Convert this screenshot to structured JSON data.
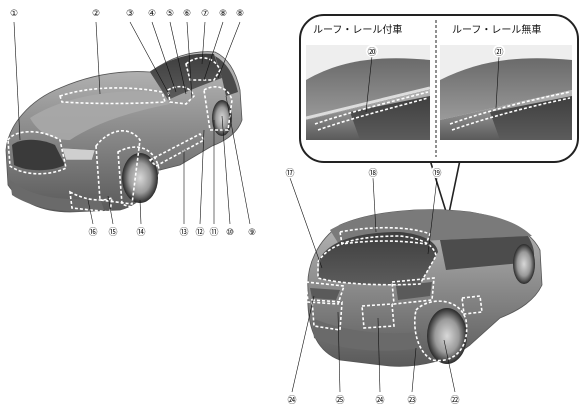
{
  "inset": {
    "left_label": "ルーフ・レール付車",
    "right_label": "ルーフ・レール無車"
  },
  "callouts": [
    {
      "id": "c1",
      "label": "①"
    },
    {
      "id": "c2",
      "label": "②"
    },
    {
      "id": "c3",
      "label": "③"
    },
    {
      "id": "c4",
      "label": "④"
    },
    {
      "id": "c5",
      "label": "⑤"
    },
    {
      "id": "c6",
      "label": "⑥"
    },
    {
      "id": "c7",
      "label": "⑦"
    },
    {
      "id": "c8a",
      "label": "⑧"
    },
    {
      "id": "c8b",
      "label": "⑧"
    },
    {
      "id": "c9",
      "label": "⑨"
    },
    {
      "id": "c10",
      "label": "⑩"
    },
    {
      "id": "c11",
      "label": "⑪"
    },
    {
      "id": "c12",
      "label": "⑫"
    },
    {
      "id": "c13",
      "label": "⑬"
    },
    {
      "id": "c14",
      "label": "⑭"
    },
    {
      "id": "c15",
      "label": "⑮"
    },
    {
      "id": "c16",
      "label": "⑯"
    },
    {
      "id": "c17",
      "label": "⑰"
    },
    {
      "id": "c18",
      "label": "⑱"
    },
    {
      "id": "c19",
      "label": "⑲"
    },
    {
      "id": "c20",
      "label": "⑳"
    },
    {
      "id": "c21",
      "label": "㉑"
    },
    {
      "id": "c22",
      "label": "㉒"
    },
    {
      "id": "c23",
      "label": "㉓"
    },
    {
      "id": "c24a",
      "label": "㉔"
    },
    {
      "id": "c24b",
      "label": "㉔"
    },
    {
      "id": "c25",
      "label": "㉕"
    }
  ]
}
